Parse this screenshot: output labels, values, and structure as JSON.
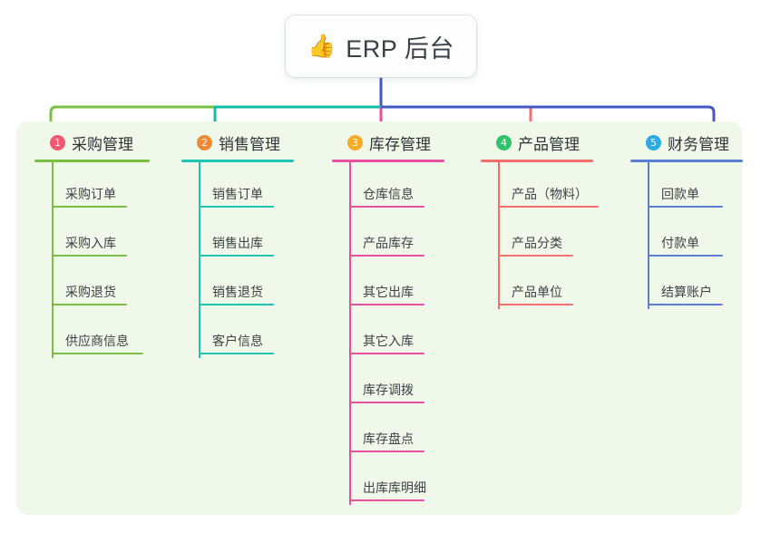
{
  "root": {
    "icon": "thumbs-up-icon",
    "icon_glyph": "👍",
    "title": "ERP 后台"
  },
  "colors": {
    "panel_background": "#eff8e9",
    "root_stem": "#4457c4",
    "text": "#3d4247"
  },
  "chart_data": {
    "type": "tree",
    "title": "ERP 后台",
    "branch_count": 5
  },
  "branches": [
    {
      "number": "1",
      "title": "采购管理",
      "badge_color": "#f2596f",
      "line_color": "#7ac143",
      "connector_color": "#7ac143",
      "head_rule_width": 127,
      "items": [
        {
          "label": "采购订单",
          "rule_width": 83
        },
        {
          "label": "采购入库",
          "rule_width": 83
        },
        {
          "label": "采购退货",
          "rule_width": 83
        },
        {
          "label": "供应商信息",
          "rule_width": 101
        }
      ]
    },
    {
      "number": "2",
      "title": "销售管理",
      "badge_color": "#f08a35",
      "line_color": "#1fc5b0",
      "connector_color": "#11bfa8",
      "head_rule_width": 124,
      "items": [
        {
          "label": "销售订单",
          "rule_width": 83
        },
        {
          "label": "销售出库",
          "rule_width": 83
        },
        {
          "label": "销售退货",
          "rule_width": 83
        },
        {
          "label": "客户信息",
          "rule_width": 83
        }
      ]
    },
    {
      "number": "3",
      "title": "库存管理",
      "badge_color": "#f5ad27",
      "line_color": "#e84f9c",
      "connector_color": "#e84f9c",
      "head_rule_width": 124,
      "items": [
        {
          "label": "仓库信息",
          "rule_width": 83
        },
        {
          "label": "产品库存",
          "rule_width": 83
        },
        {
          "label": "其它出库",
          "rule_width": 83
        },
        {
          "label": "其它入库",
          "rule_width": 83
        },
        {
          "label": "库存调拨",
          "rule_width": 83
        },
        {
          "label": "库存盘点",
          "rule_width": 83
        },
        {
          "label": "出库库明细",
          "rule_width": 83
        }
      ]
    },
    {
      "number": "4",
      "title": "产品管理",
      "badge_color": "#2ec46c",
      "line_color": "#f4706e",
      "connector_color": "#f4706e",
      "head_rule_width": 124,
      "items": [
        {
          "label": "产品（物料）",
          "rule_width": 111
        },
        {
          "label": "产品分类",
          "rule_width": 83
        },
        {
          "label": "产品单位",
          "rule_width": 83
        }
      ]
    },
    {
      "number": "5",
      "title": "财务管理",
      "badge_color": "#2aabe4",
      "line_color": "#5b7fd4",
      "connector_color": "#4457c4",
      "head_rule_width": 124,
      "items": [
        {
          "label": "回款单",
          "rule_width": 83
        },
        {
          "label": "付款单",
          "rule_width": 83
        },
        {
          "label": "结算账户",
          "rule_width": 83
        }
      ]
    }
  ]
}
